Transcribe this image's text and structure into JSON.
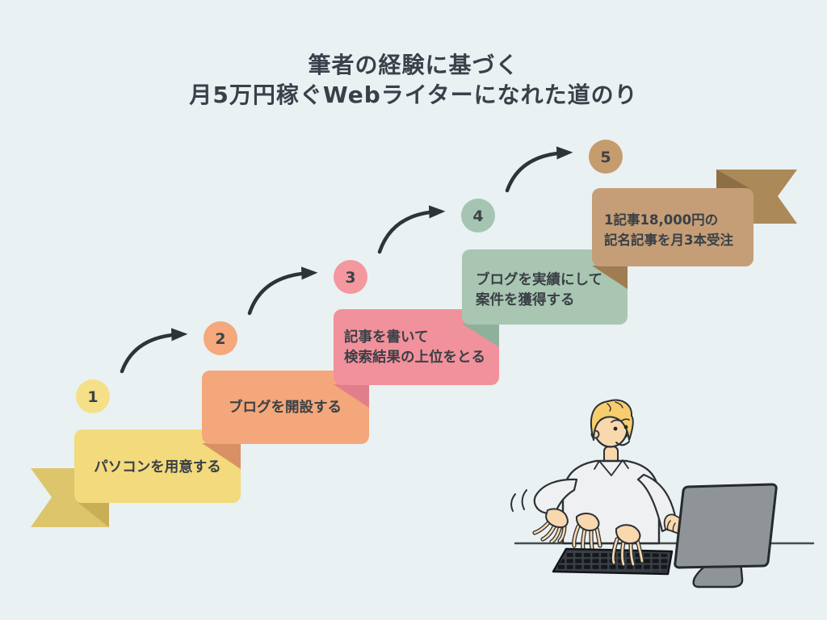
{
  "title": {
    "line1": "筆者の経験に基づく",
    "line2": "月5万円稼ぐWebライターになれた道のり"
  },
  "steps": [
    {
      "number": "1",
      "lines": [
        "パソコンを用意する"
      ],
      "box_color": "#f3da7d",
      "circle_color": "#f5df88"
    },
    {
      "number": "2",
      "lines": [
        "ブログを開設する"
      ],
      "box_color": "#f4a77a",
      "circle_color": "#f4a87b",
      "fold_color": "#da9065"
    },
    {
      "number": "3",
      "lines": [
        "記事を書いて",
        "検索結果の上位をとる"
      ],
      "box_color": "#f1919c",
      "circle_color": "#f3989e",
      "fold_color": "#e07f8a"
    },
    {
      "number": "4",
      "lines": [
        "ブログを実績にして",
        "案件を獲得する"
      ],
      "box_color": "#a8c6b2",
      "circle_color": "#a5c4b1",
      "fold_color": "#8fb19c"
    },
    {
      "number": "5",
      "lines": [
        "1記事18,000円の",
        "記名記事を月3本受注"
      ],
      "box_color": "#c59e77",
      "circle_color": "#c69b6e",
      "fold_color": "#a07c52"
    }
  ],
  "colors": {
    "background": "#e9f1f2",
    "title_text": "#39404a",
    "box_text": "#3a4046",
    "arrow": "#2e3338",
    "ribbon_left": "#ddc56b",
    "ribbon_left_fold": "#c9ae55",
    "ribbon_right": "#ac8958",
    "ribbon_right_fold": "#8e6f45"
  },
  "illustration": {
    "name": "person-typing-at-computer"
  }
}
